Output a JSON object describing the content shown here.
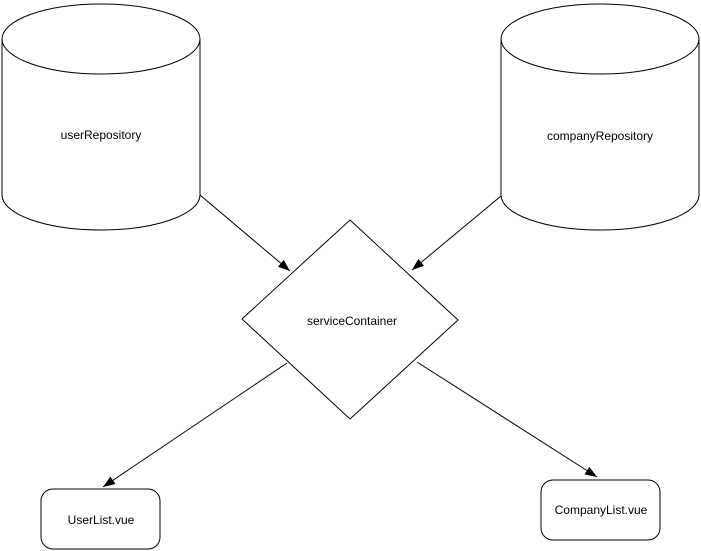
{
  "diagram": {
    "type": "flow-diagram",
    "colors": {
      "background": "#ffffff",
      "shape_fill": "#ffffff",
      "stroke": "#000000",
      "text": "#000000"
    },
    "nodes": {
      "user_repository": {
        "label": "userRepository",
        "shape": "cylinder"
      },
      "company_repository": {
        "label": "companyRepository",
        "shape": "cylinder"
      },
      "service_container": {
        "label": "serviceContainer",
        "shape": "diamond"
      },
      "user_list": {
        "label": "UserList.vue",
        "shape": "rounded-rectangle"
      },
      "company_list": {
        "label": "CompanyList.vue",
        "shape": "rounded-rectangle"
      }
    },
    "edges": [
      {
        "from": "userRepository",
        "to": "serviceContainer",
        "arrowhead": "target"
      },
      {
        "from": "companyRepository",
        "to": "serviceContainer",
        "arrowhead": "target"
      },
      {
        "from": "serviceContainer",
        "to": "UserList.vue",
        "arrowhead": "target"
      },
      {
        "from": "serviceContainer",
        "to": "CompanyList.vue",
        "arrowhead": "target"
      }
    ]
  }
}
